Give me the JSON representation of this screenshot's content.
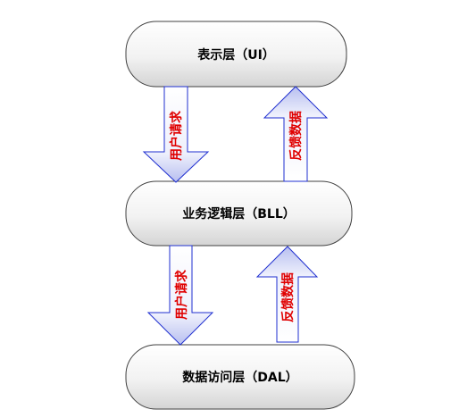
{
  "layers": [
    {
      "label": "表示层（UI）"
    },
    {
      "label": "业务逻辑层（BLL）"
    },
    {
      "label": "数据访问层（DAL）"
    }
  ],
  "arrows": {
    "request_label": "用户请求",
    "feedback_label": "反馈数据"
  },
  "colors": {
    "box_fill_top": "#ffffff",
    "box_fill_bottom": "#d9d9d9",
    "box_stroke": "#404040",
    "arrow_fill_top": "#ffffff",
    "arrow_fill_bottom": "#b8bff0",
    "arrow_stroke": "#1f2fd0",
    "label_text": "#e00000"
  }
}
